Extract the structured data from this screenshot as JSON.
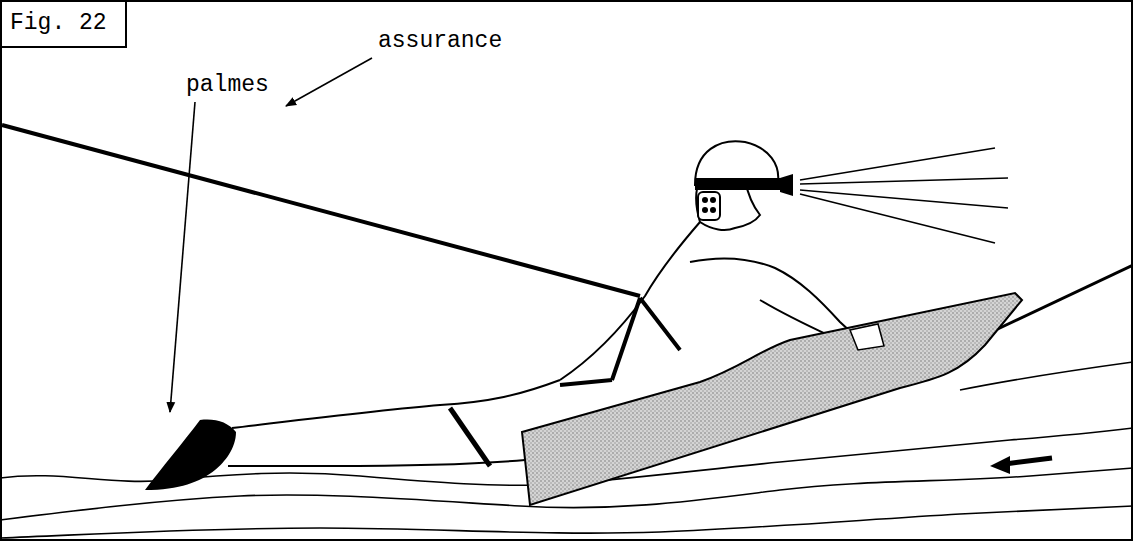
{
  "diagram": {
    "nodes": [
      {
        "text": [
          "Fig. 22"
        ]
      }
    ],
    "labels": [
      "assurance",
      "palmes"
    ]
  }
}
